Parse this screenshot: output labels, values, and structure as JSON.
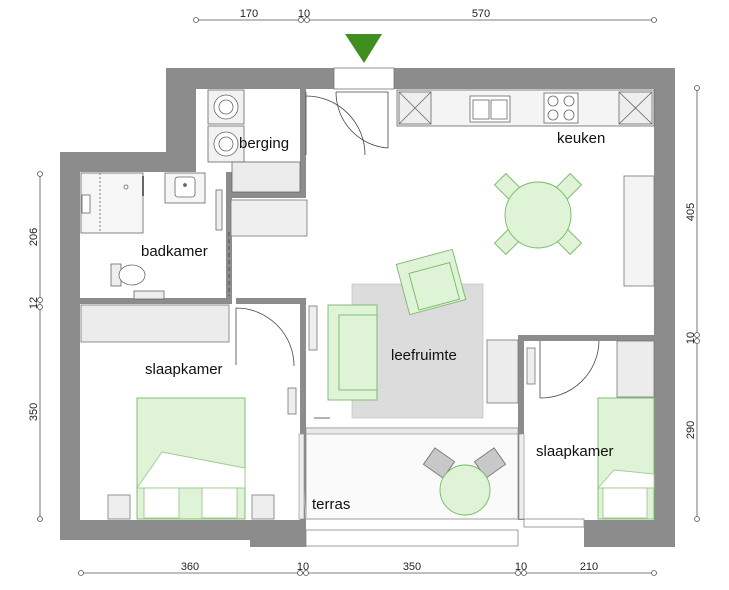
{
  "colors": {
    "wall": "#8c8c8c",
    "furniture_fill": "#dff3d6",
    "furniture_stroke": "#78b868",
    "counter_fill": "#e8e8e8",
    "rug": "#dcdcdc",
    "entrance_marker": "#3e8e20",
    "line": "#555555",
    "deck": "#d0d0d0"
  },
  "entrance_marker_icon": "triangle-down-icon",
  "rooms": {
    "berging": "berging",
    "keuken": "keuken",
    "badkamer": "badkamer",
    "slaapkamer_left": "slaapkamer",
    "leefruimte": "leefruimte",
    "slaapkamer_right": "slaapkamer",
    "terras": "terras"
  },
  "dimensions": {
    "top": [
      "170",
      "10",
      "570"
    ],
    "bottom": [
      "360",
      "10",
      "350",
      "10",
      "210"
    ],
    "left": [
      "206",
      "12",
      "350"
    ],
    "right": [
      "405",
      "10",
      "290"
    ]
  }
}
